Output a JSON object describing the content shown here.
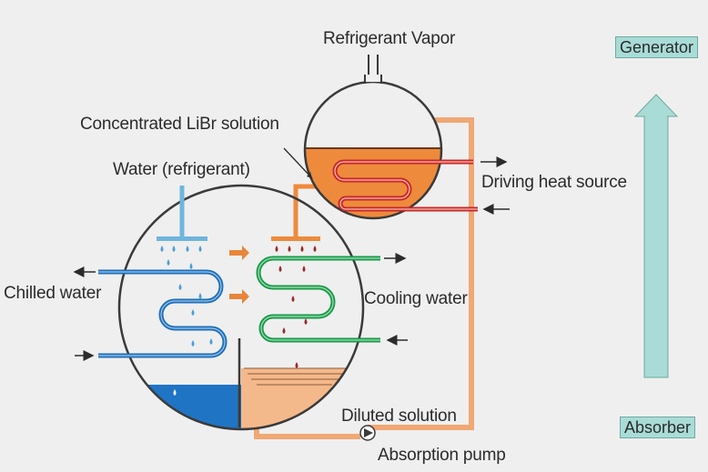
{
  "labels": {
    "refrigerant_vapor": "Refrigerant Vapor",
    "concentrated_solution": "Concentrated LiBr solution",
    "water_refrigerant": "Water (refrigerant)",
    "driving_heat_source": "Driving heat source",
    "chilled_water": "Chilled water",
    "cooling_water": "Cooling water",
    "diluted_solution": "Diluted solution",
    "absorption_pump": "Absorption pump",
    "generator": "Generator",
    "absorber": "Absorber"
  },
  "colors": {
    "background": "#efefef",
    "vessel_outline": "#3a3a3a",
    "chilled_water_coil": "#1f6fb8",
    "cooling_water_coil": "#1a9a4a",
    "heat_source_coil": "#c8282a",
    "concentrated_solution": "#ee8a3c",
    "diluted_solution": "#f4b98a",
    "refrigerant_water": "#1f74c4",
    "sprayer": "#6fb5de",
    "solution_pipe": "#f0a874",
    "tag_fill": "#a9dcd6"
  }
}
